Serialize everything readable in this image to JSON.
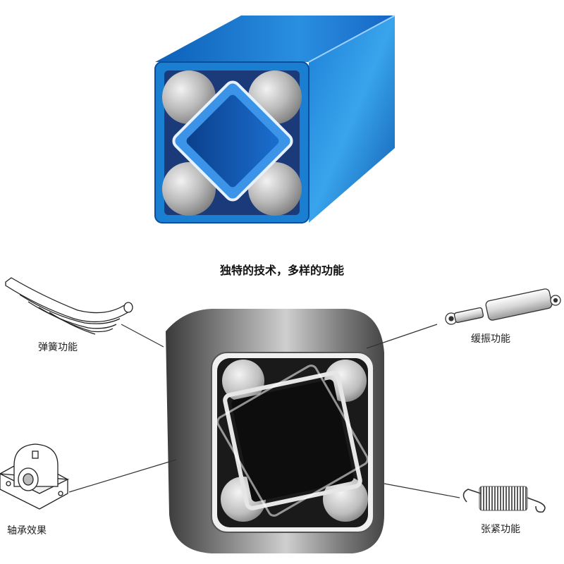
{
  "headline": "独特的技术，多样的功能",
  "functions": {
    "spring": "弹簧功能",
    "damping": "缓振功能",
    "bearing": "轴承效果",
    "tension": "张紧功能"
  },
  "colors": {
    "housing_blue": "#1a7fd0",
    "housing_dark": "#0a4c9a",
    "steel_gray": "#a8a8a8"
  }
}
